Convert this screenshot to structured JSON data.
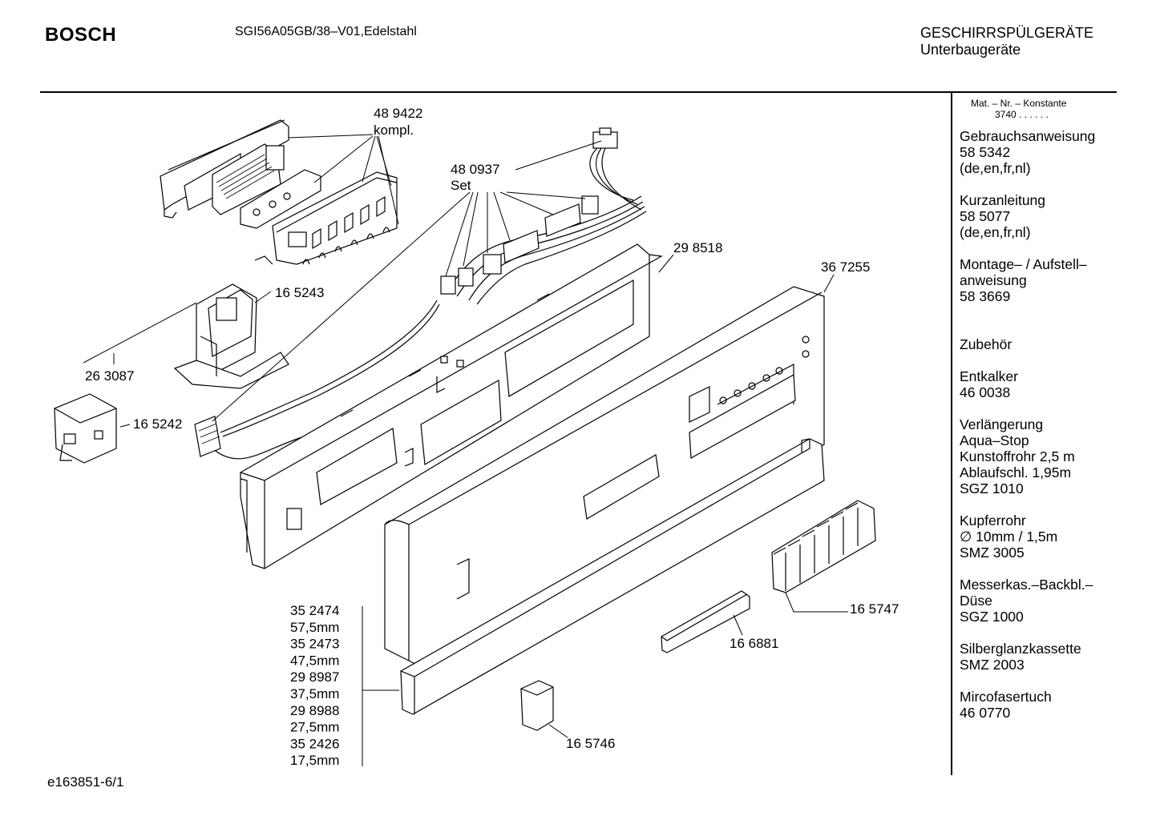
{
  "header": {
    "brand": "BOSCH",
    "model": "SGI56A05GB/38–V01,Edelstahl",
    "category_line1": "GESCHIRRSPÜLGERÄTE",
    "category_line2": "Unterbaugeräte"
  },
  "footer": {
    "doc_id": "e163851-6/1"
  },
  "sidebar": {
    "mat_header": "Mat. – Nr. – Konstante",
    "mat_value": "3740 . .   . . . .",
    "blocks": [
      {
        "lines": [
          "Gebrauchsanweisung",
          "58 5342",
          "(de,en,fr,nl)"
        ]
      },
      {
        "lines": [
          "Kurzanleitung",
          "58 5077",
          "(de,en,fr,nl)"
        ]
      },
      {
        "lines": [
          "Montage– / Aufstell–",
          "anweisung",
          "58 3669"
        ]
      },
      {
        "lines": [
          "",
          "Zubehör"
        ]
      },
      {
        "lines": [
          "Entkalker",
          "46 0038"
        ]
      },
      {
        "lines": [
          "Verlängerung",
          "Aqua–Stop",
          "Kunstoffrohr 2,5 m",
          "Ablaufschl. 1,95m",
          "SGZ 1010"
        ]
      },
      {
        "lines": [
          "Kupferrohr",
          "∅ 10mm / 1,5m",
          "SMZ 3005"
        ]
      },
      {
        "lines": [
          "Messerkas.–Backbl.–",
          "Düse",
          "SGZ 1000"
        ]
      },
      {
        "lines": [
          "Silberglanzkassette",
          "SMZ 2003"
        ]
      },
      {
        "lines": [
          "Mircofasertuch",
          "46 0770"
        ]
      }
    ]
  },
  "parts": {
    "p489422": "48 9422",
    "p489422_sub": "kompl.",
    "p480937": "48 0937",
    "p480937_sub": "Set",
    "p298518": "29 8518",
    "p367255": "36 7255",
    "p165243": "16 5243",
    "p263087": "26 3087",
    "p165242": "16 5242",
    "p165747": "16 5747",
    "p166881": "16 6881",
    "p165746": "16 5746",
    "panel_list": [
      "35 2474",
      "57,5mm",
      "35 2473",
      "47,5mm",
      "29 8987",
      "37,5mm",
      "29 8988",
      "27,5mm",
      "35 2426",
      "17,5mm"
    ]
  }
}
